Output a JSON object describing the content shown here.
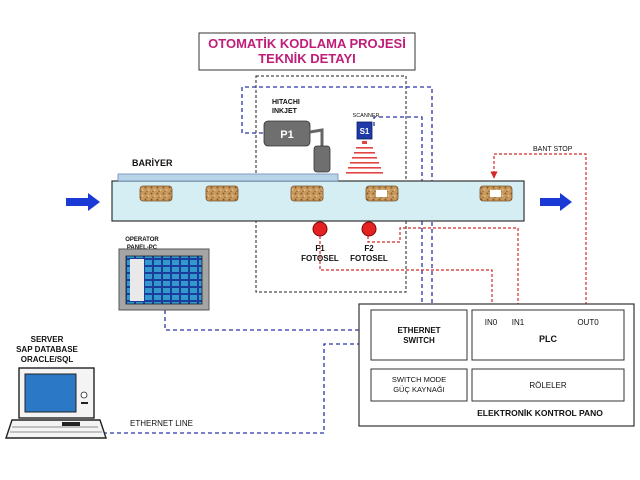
{
  "title": {
    "line1": "OTOMATİK KODLAMA  PROJESİ",
    "line2": "TEKNİK DETAYI"
  },
  "printer": {
    "brand_line1": "HITACHI",
    "brand_line2": "INKJET",
    "label": "P1"
  },
  "scanner": {
    "caption": "SCANNER",
    "label": "S1"
  },
  "conveyor": {
    "barrier_label": "BARİYER",
    "bant_stop_label": "BANT STOP"
  },
  "sensors": [
    {
      "name": "F1",
      "label": "FOTOSEL",
      "color": "#e52222"
    },
    {
      "name": "F2",
      "label": "FOTOSEL",
      "color": "#e52222"
    }
  ],
  "operator_panel": {
    "line1": "OPERATOR",
    "line2": "PANEL-PC"
  },
  "server": {
    "line1": "SERVER",
    "line2": "SAP DATABASE",
    "line3": "ORACLE/SQL"
  },
  "ethernet_line_label": "ETHERNET  LINE",
  "control_panel": {
    "title": "ELEKTRONİK KONTROL PANO",
    "ethernet_switch": {
      "line1": "ETHERNET",
      "line2": "SWITCH"
    },
    "power_supply": {
      "line1": "SWITCH MODE",
      "line2": "GÜÇ KAYNAĞI"
    },
    "plc": {
      "label": "PLC",
      "in0": "IN0",
      "in1": "IN1",
      "out0": "OUT0"
    },
    "relays": "RÖLELER"
  },
  "colors": {
    "title": "#c01d7a",
    "network_line": "#2a36a8",
    "signal_line": "#d42a2a",
    "arrow": "#1a3ad6",
    "conveyor": "#d4eef3"
  }
}
